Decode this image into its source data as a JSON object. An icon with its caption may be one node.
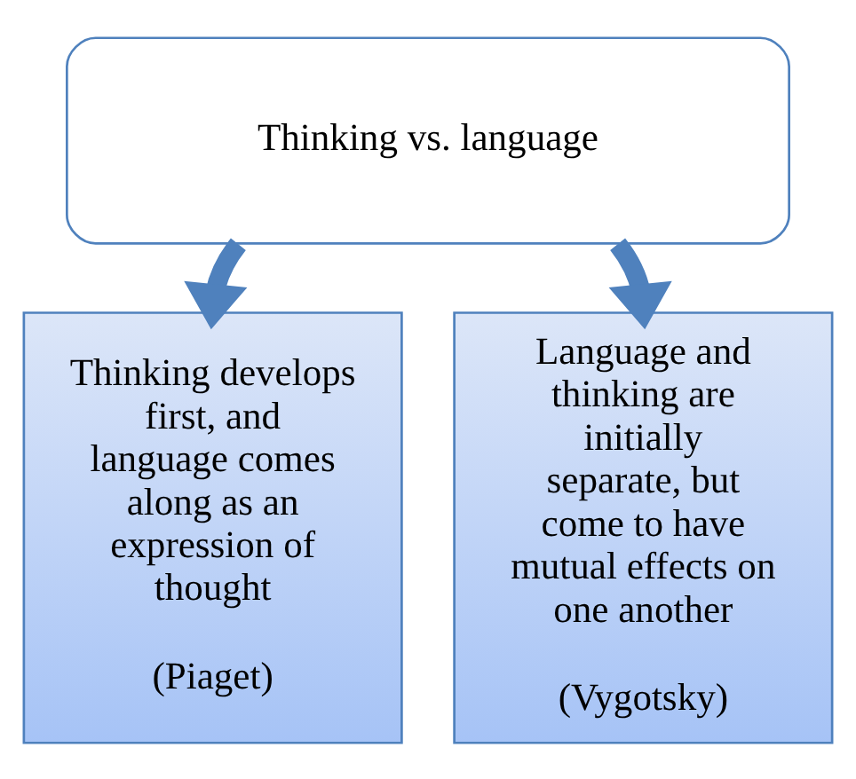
{
  "diagram": {
    "nodes": [
      {
        "text": [
          "Thinking vs. language"
        ]
      },
      {
        "text": [
          "Thinking develops first, and language comes along as an expression of thought",
          "(Piaget)"
        ]
      },
      {
        "text": [
          "Language and thinking are initially separate, but come to have mutual effects on one another",
          "(Vygotsky)"
        ]
      }
    ],
    "edges": [
      {
        "from": 0,
        "to": 1,
        "arrow": "to"
      },
      {
        "from": 0,
        "to": 2,
        "arrow": "to"
      }
    ]
  }
}
